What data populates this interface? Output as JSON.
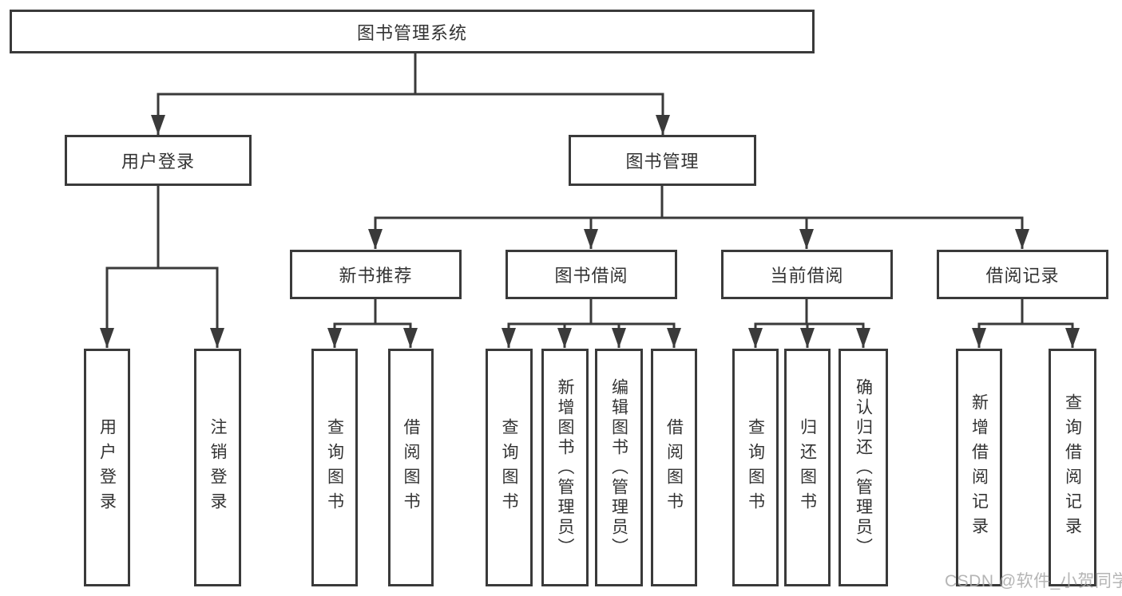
{
  "tree": {
    "root": {
      "label": "图书管理系统",
      "children": [
        {
          "label": "用户登录",
          "children": [
            {
              "label": "用户登录"
            },
            {
              "label": "注销登录"
            }
          ]
        },
        {
          "label": "图书管理",
          "children": [
            {
              "label": "新书推荐",
              "children": [
                {
                  "label": "查询图书"
                },
                {
                  "label": "借阅图书"
                }
              ]
            },
            {
              "label": "图书借阅",
              "children": [
                {
                  "label": "查询图书"
                },
                {
                  "label": "新增图书（管理员）"
                },
                {
                  "label": "编辑图书（管理员）"
                },
                {
                  "label": "借阅图书"
                }
              ]
            },
            {
              "label": "当前借阅",
              "children": [
                {
                  "label": "查询图书"
                },
                {
                  "label": "归还图书"
                },
                {
                  "label": "确认归还（管理员）"
                }
              ]
            },
            {
              "label": "借阅记录",
              "children": [
                {
                  "label": "新增借阅记录"
                },
                {
                  "label": "查询借阅记录"
                }
              ]
            }
          ]
        }
      ]
    }
  },
  "watermark": {
    "text": "CSDN @软件_小贺同学"
  },
  "colors": {
    "line": "#3a3a3a",
    "text": "#333333",
    "box_background": "#ffffff",
    "page_background": "#ffffff",
    "watermark": "#a8a8a8"
  }
}
